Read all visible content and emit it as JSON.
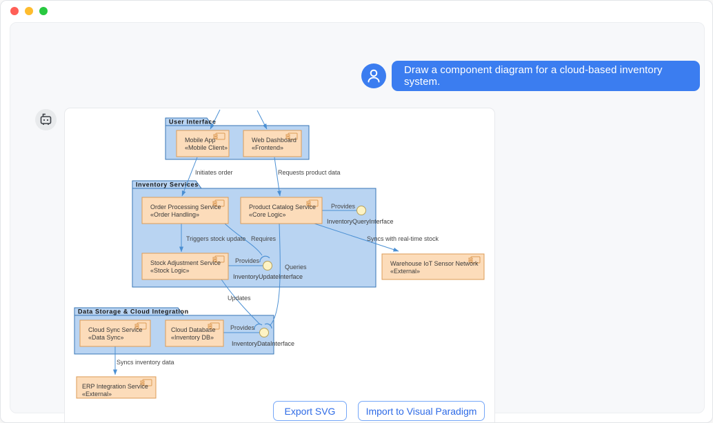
{
  "window": {
    "traffic_light_colors": {
      "close": "#ff5f57",
      "minimize": "#febc2e",
      "maximize": "#28c840"
    }
  },
  "chat": {
    "user_message": "Draw a component diagram for a cloud-based inventory system."
  },
  "diagram": {
    "packages": [
      {
        "name": "User Interface"
      },
      {
        "name": "Inventory Services"
      },
      {
        "name": "Data Storage & Cloud Integration"
      }
    ],
    "components": [
      {
        "name": "Mobile App",
        "stereotype": "«Mobile Client»"
      },
      {
        "name": "Web Dashboard",
        "stereotype": "«Frontend»"
      },
      {
        "name": "Order Processing Service",
        "stereotype": "«Order Handling»"
      },
      {
        "name": "Product Catalog Service",
        "stereotype": "«Core Logic»"
      },
      {
        "name": "Stock Adjustment Service",
        "stereotype": "«Stock Logic»"
      },
      {
        "name": "Warehouse IoT Sensor Network",
        "stereotype": "«External»"
      },
      {
        "name": "Cloud Sync Service",
        "stereotype": "«Data Sync»"
      },
      {
        "name": "Cloud Database",
        "stereotype": "«Inventory DB»"
      },
      {
        "name": "ERP Integration Service",
        "stereotype": "«External»"
      }
    ],
    "interfaces": [
      {
        "name": "InventoryQueryInterface",
        "label": "Provides"
      },
      {
        "name": "InventoryUpdateInterface",
        "label": "Provides"
      },
      {
        "name": "InventoryDataInterface",
        "label": "Provides"
      }
    ],
    "edge_labels": {
      "initiates_order": "Initiates order",
      "requests_product_data": "Requests product data",
      "triggers_stock_update": "Triggers stock update",
      "requires": "Requires",
      "queries": "Queries",
      "updates": "Updates",
      "syncs_realtime": "Syncs with real-time stock",
      "syncs_inventory": "Syncs inventory data"
    }
  },
  "actions": {
    "export_svg": "Export SVG",
    "import_vp": "Import to Visual Paradigm"
  },
  "colors": {
    "accent_blue": "#3b7df0",
    "package_fill": "#b9d4f2",
    "package_border": "#3674b5",
    "component_fill": "#fcdcba",
    "component_border": "#dd9b56",
    "interface_ball_fill": "#fdf3c4",
    "interface_ball_border": "#b5a05a",
    "edge_color": "#4a8fd3",
    "button_text": "#2e6be6"
  }
}
